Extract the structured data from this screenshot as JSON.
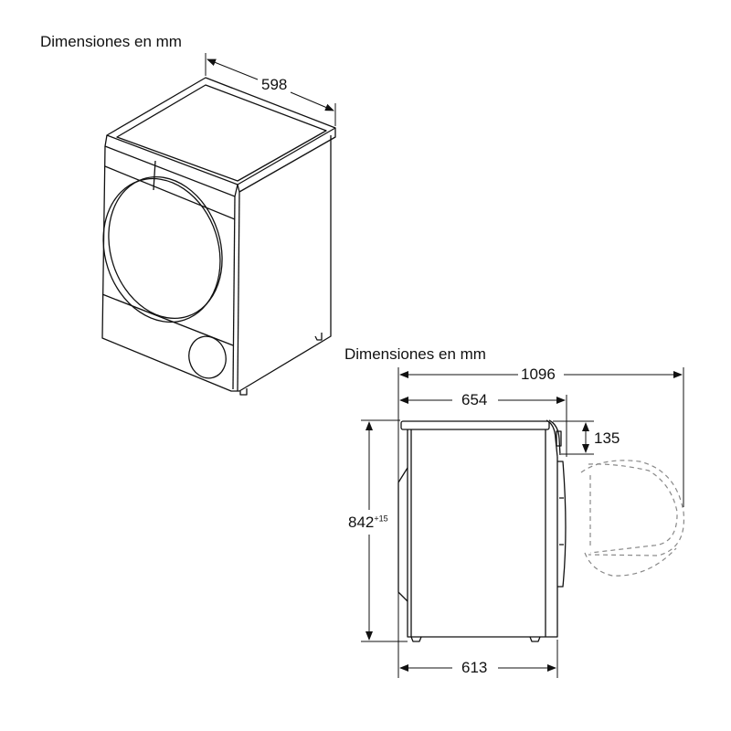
{
  "views": {
    "iso": {
      "title": "Dimensiones en mm",
      "width_label": "598"
    },
    "side": {
      "title": "Dimensiones en mm",
      "total_depth_open_door": "1096",
      "depth_with_door": "654",
      "body_depth": "613",
      "height": "842",
      "height_tolerance": "+15",
      "top_offset": "135"
    }
  },
  "colors": {
    "line": "#111111",
    "background": "#ffffff",
    "dashed": "#888888"
  }
}
